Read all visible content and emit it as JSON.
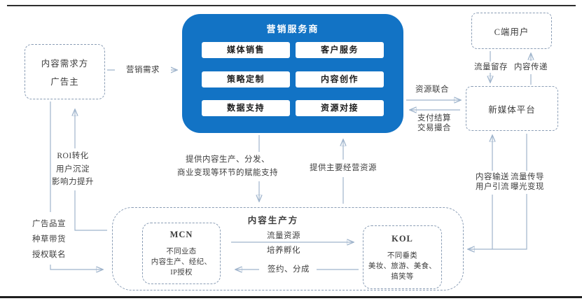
{
  "colors": {
    "accent_blue": "#1273C5",
    "line": "#9FB4CC",
    "dashed_border": "#8A9DB5",
    "text": "#3d3d3d",
    "rule": "#1f1f1f"
  },
  "nodes": {
    "demand": {
      "line1": "内容需求方",
      "line2": "广告主"
    },
    "provider": {
      "title": "营销服务商",
      "services": [
        "媒体销售",
        "客户服务",
        "策略定制",
        "内容创作",
        "数据支持",
        "资源对接"
      ]
    },
    "c_user": {
      "title": "C端用户"
    },
    "platform": {
      "title": "新媒体平台"
    },
    "producer": {
      "title": "内容生产方"
    },
    "mcn": {
      "title": "MCN",
      "line1": "不同业态",
      "line2": "内容生产、经纪、",
      "line3": "IP授权"
    },
    "kol": {
      "title": "KOL",
      "line1": "不同垂类",
      "line2": "美妆、旅游、美食、",
      "line3": "搞笑等"
    }
  },
  "edges": {
    "marketing_demand": "营销需求",
    "roi": {
      "line1": "ROI转化",
      "line2": "用户沉淀",
      "line3": "影响力提升"
    },
    "ad_branding": {
      "line1": "广告品宣",
      "line2": "种草带货",
      "line3": "授权联名"
    },
    "enable_support": {
      "line1": "提供内容生产、分发、",
      "line2": "商业变现等环节的赋能支持"
    },
    "main_resources": "提供主要经营资源",
    "resource_union": "资源联合",
    "settlement": {
      "line1": "支付结算",
      "line2": "交易撮合"
    },
    "traffic_retention": "流量留存",
    "content_delivery": "内容传递",
    "content_feed": {
      "line1": "内容输送",
      "line2": "用户引流"
    },
    "traffic_conduct": {
      "line1": "流量传导",
      "line2": "曝光变现"
    },
    "traffic_resource": {
      "line1": "流量资源",
      "line2": "培养孵化"
    },
    "signing": "签约、分成"
  }
}
